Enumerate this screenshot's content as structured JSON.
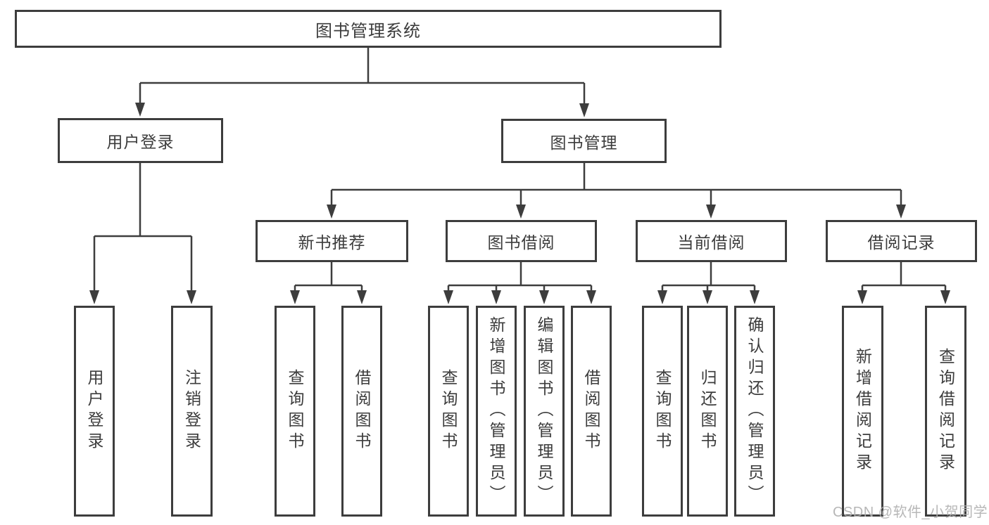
{
  "diagram": {
    "root": {
      "label": "图书管理系统"
    },
    "branches": [
      {
        "label": "用户登录",
        "leaves": [
          "用户登录",
          "注销登录"
        ]
      },
      {
        "label": "图书管理",
        "groups": [
          {
            "label": "新书推荐",
            "leaves": [
              "查询图书",
              "借阅图书"
            ]
          },
          {
            "label": "图书借阅",
            "leaves": [
              "查询图书",
              "新增图书（管理员）",
              "编辑图书（管理员）",
              "借阅图书"
            ]
          },
          {
            "label": "当前借阅",
            "leaves": [
              "查询图书",
              "归还图书",
              "确认归还（管理员）"
            ]
          },
          {
            "label": "借阅记录",
            "leaves": [
              "新增借阅记录",
              "查询借阅记录"
            ]
          }
        ]
      }
    ]
  },
  "watermark": "CSDN @软件_小贺同学",
  "colors": {
    "line": "#3d3d3d",
    "text": "#3c3c3c",
    "watermark": "#b0b0b0",
    "background": "#ffffff"
  }
}
